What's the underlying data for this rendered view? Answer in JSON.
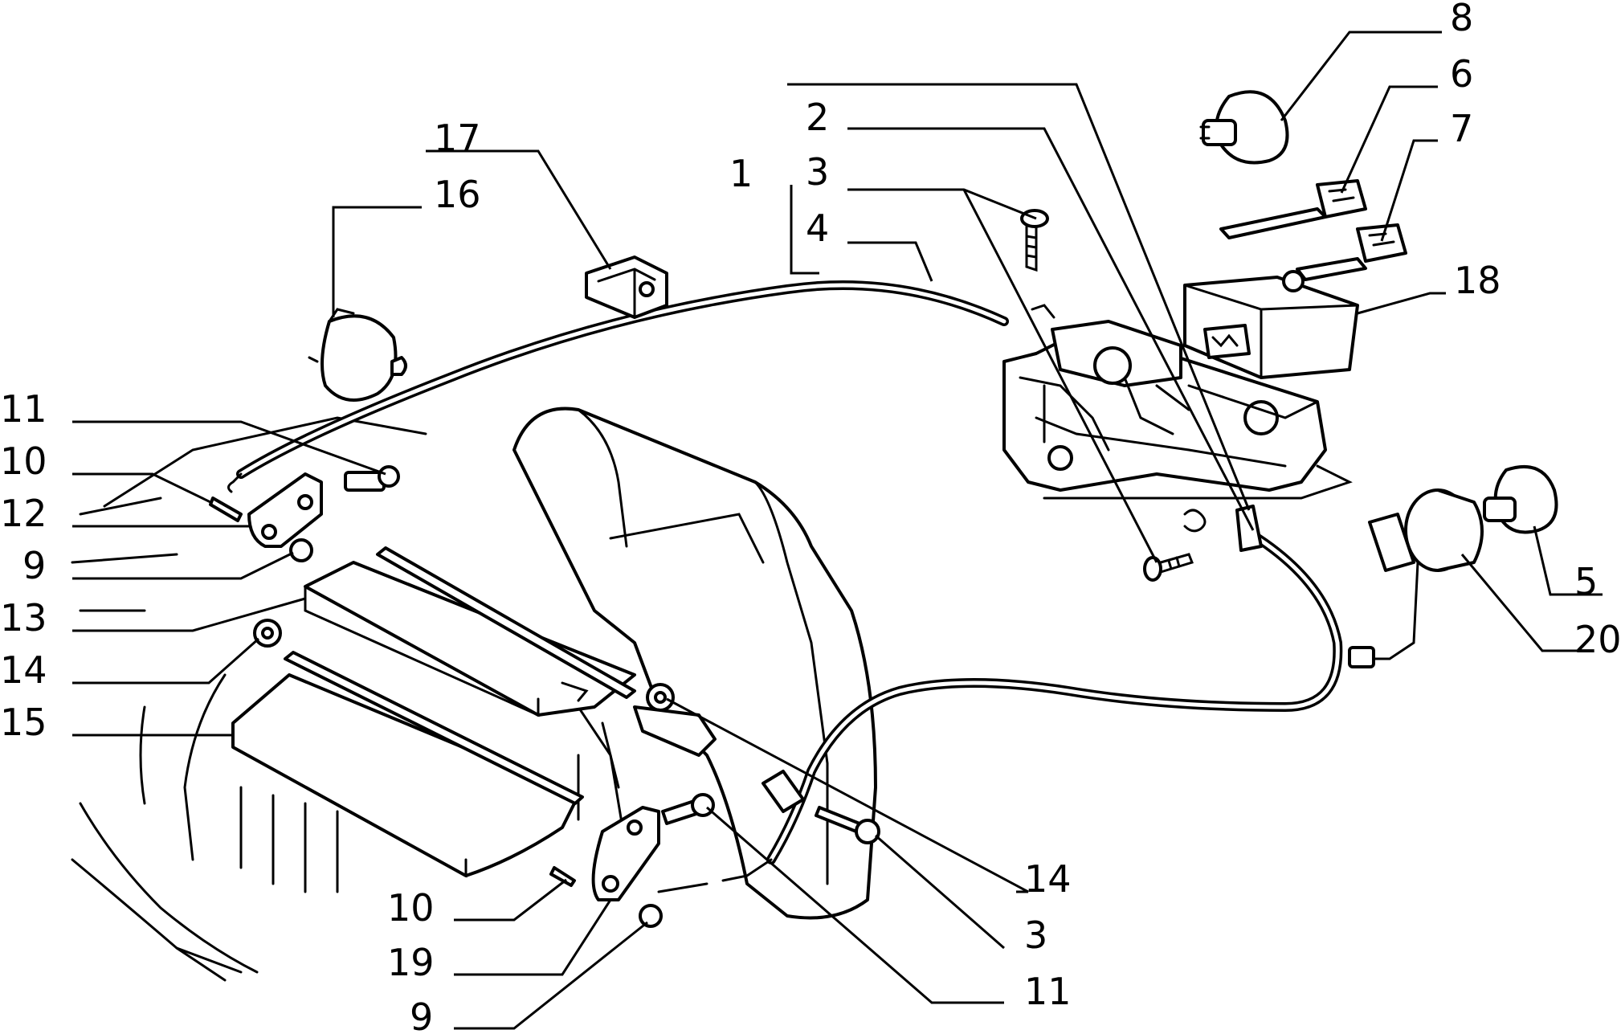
{
  "diagram": {
    "colors": {
      "ink": "#000000",
      "paper": "#ffffff"
    },
    "callouts": [
      {
        "id": "l17",
        "text": "17"
      },
      {
        "id": "l16",
        "text": "16"
      },
      {
        "id": "l1",
        "text": "1"
      },
      {
        "id": "l2",
        "text": "2"
      },
      {
        "id": "l3a",
        "text": "3"
      },
      {
        "id": "l4",
        "text": "4"
      },
      {
        "id": "l8",
        "text": "8"
      },
      {
        "id": "l6",
        "text": "6"
      },
      {
        "id": "l7",
        "text": "7"
      },
      {
        "id": "l18",
        "text": "18"
      },
      {
        "id": "l11a",
        "text": "11"
      },
      {
        "id": "l10a",
        "text": "10"
      },
      {
        "id": "l12",
        "text": "12"
      },
      {
        "id": "l9a",
        "text": "9"
      },
      {
        "id": "l13",
        "text": "13"
      },
      {
        "id": "l14a",
        "text": "14"
      },
      {
        "id": "l15",
        "text": "15"
      },
      {
        "id": "l5",
        "text": "5"
      },
      {
        "id": "l20",
        "text": "20"
      },
      {
        "id": "l14b",
        "text": "14"
      },
      {
        "id": "l3b",
        "text": "3"
      },
      {
        "id": "l11b",
        "text": "11"
      },
      {
        "id": "l10b",
        "text": "10"
      },
      {
        "id": "l19",
        "text": "19"
      },
      {
        "id": "l9b",
        "text": "9"
      }
    ]
  }
}
